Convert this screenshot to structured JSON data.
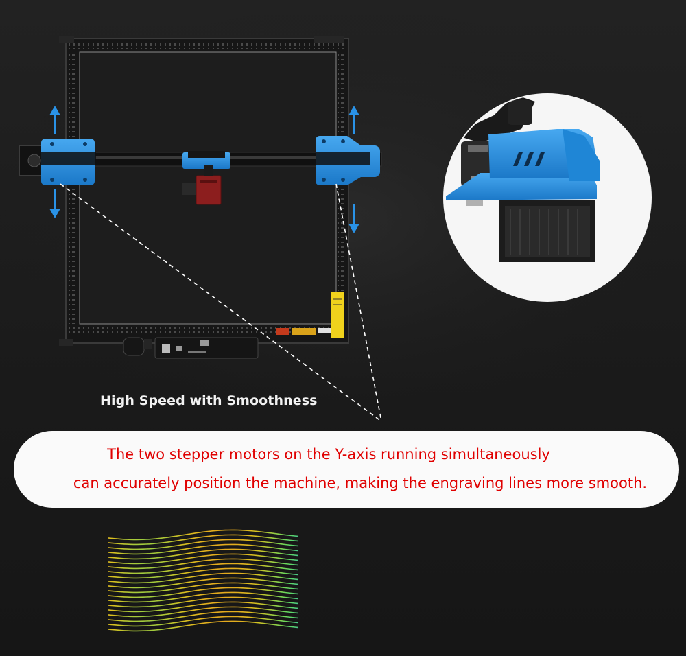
{
  "caption": "High Speed with Smoothness",
  "description": {
    "line1": "The two stepper motors on the Y-axis running simultaneously",
    "line2": "can accurately position the machine, making the engraving lines more smooth."
  },
  "colors": {
    "background": "#1b1b1b",
    "accent_blue": "#2a92e6",
    "text_red": "#e00000",
    "pill_background": "#fafafa"
  }
}
